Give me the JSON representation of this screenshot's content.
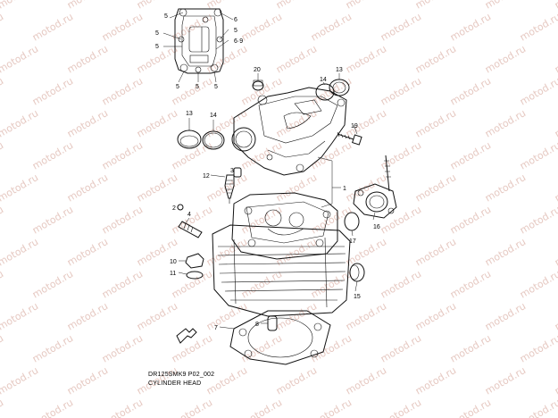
{
  "watermark": {
    "text": "motod.ru",
    "color": "#e6c9c2"
  },
  "callouts": {
    "c1": "1",
    "c2": "2",
    "c3": "3",
    "c4": "4",
    "c5": "5",
    "c6": "6",
    "c6_9": "6·9",
    "c7": "7",
    "c8": "8",
    "c10": "10",
    "c11": "11",
    "c12": "12",
    "c13": "13",
    "c14": "14",
    "c15": "15",
    "c16": "16",
    "c17": "17",
    "c19": "19",
    "c20": "20"
  },
  "caption": {
    "code": "DR125SMK9 P02_002",
    "title": "CYLINDER HEAD"
  },
  "icons": {
    "front_arrow": "arrow-icon"
  }
}
